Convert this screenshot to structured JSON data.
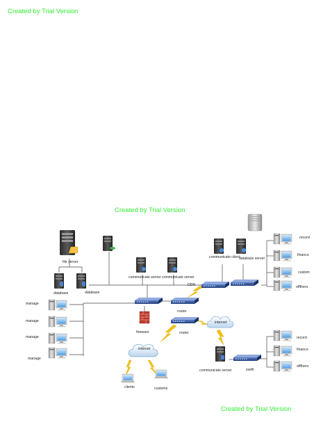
{
  "watermarks": {
    "top": "Created by Trial Version",
    "middle": "Created by Trial Version",
    "bottom": "Created by Trial Version"
  },
  "labels": {
    "file_server": "file server",
    "database_left": "database",
    "database_right": "database",
    "communicate_server_1": "communicate server",
    "communicate_server_2": "communicate server",
    "communicate_client": "communicate client",
    "database_top": "database server",
    "ddn": "DDN",
    "router_1": "router",
    "router_2": "router",
    "firewall": "fireware",
    "internet_1": "internet",
    "internet_2": "internet",
    "clients": "clients",
    "customs": "customs",
    "communicate_server_3": "communicate server",
    "switch": "swith",
    "manage_1": "manage",
    "manage_2": "manage",
    "manage_3": "manage",
    "manage_4": "manage",
    "record_top": "record",
    "finance_top": "finance",
    "custom_top": "custom",
    "others_top": "offthers",
    "record_bottom": "record",
    "finance_bottom": "finance",
    "others_bottom": "offthers"
  }
}
